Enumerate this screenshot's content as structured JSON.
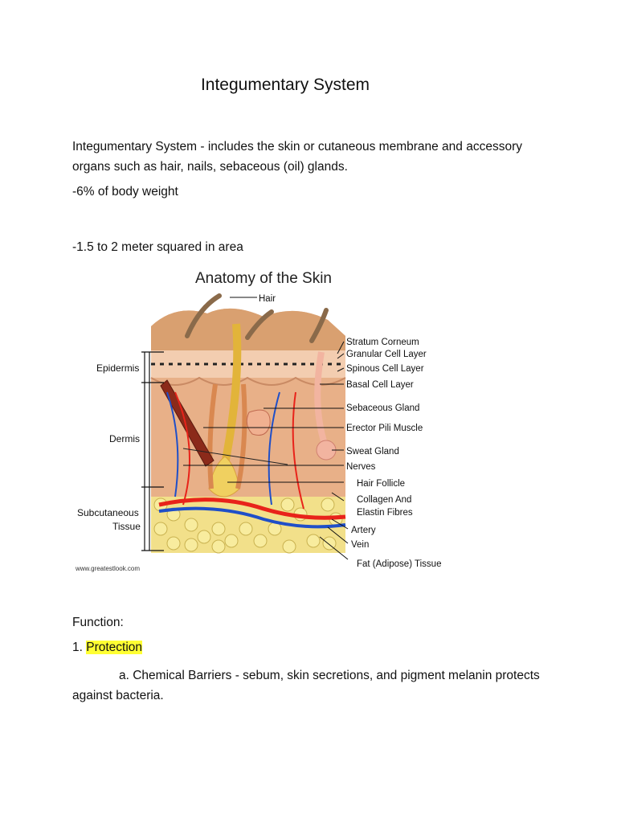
{
  "document": {
    "title": "Integumentary System",
    "intro": "Integumentary System - includes the skin or cutaneous membrane and accessory organs such as hair, nails, sebaceous (oil) glands.",
    "fact_weight": "-6% of body weight",
    "fact_area": "-1.5 to 2 meter squared in area",
    "function_heading": "Function:",
    "function_1_number": "1.",
    "function_1_label": "Protection",
    "function_1a": "a. Chemical Barriers - sebum, skin secretions, and pigment melanin protects against bacteria."
  },
  "figure": {
    "title": "Anatomy of the Skin",
    "credit": "www.greatestlook.com",
    "left_labels": {
      "epidermis": "Epidermis",
      "dermis": "Dermis",
      "subcutaneous_1": "Subcutaneous",
      "subcutaneous_2": "Tissue"
    },
    "right_labels": {
      "hair": "Hair",
      "stratum_corneum": "Stratum Corneum",
      "granular": "Granular Cell Layer",
      "spinous": "Spinous Cell Layer",
      "basal": "Basal Cell Layer",
      "sebaceous": "Sebaceous Gland",
      "erector": "Erector Pili Muscle",
      "sweat": "Sweat Gland",
      "nerves": "Nerves",
      "follicle": "Hair Follicle",
      "collagen_1": "Collagen And",
      "collagen_2": "Elastin Fibres",
      "artery": "Artery",
      "vein": "Vein",
      "fat": "Fat (Adipose) Tissue"
    },
    "colors": {
      "skin": "#e8b088",
      "epidermis": "#f3cdb0",
      "fat": "#f2e08a",
      "artery": "#e8231a",
      "vein": "#1f4fc8",
      "muscle": "#8b2a1a",
      "hair": "#8a6a4a"
    }
  }
}
